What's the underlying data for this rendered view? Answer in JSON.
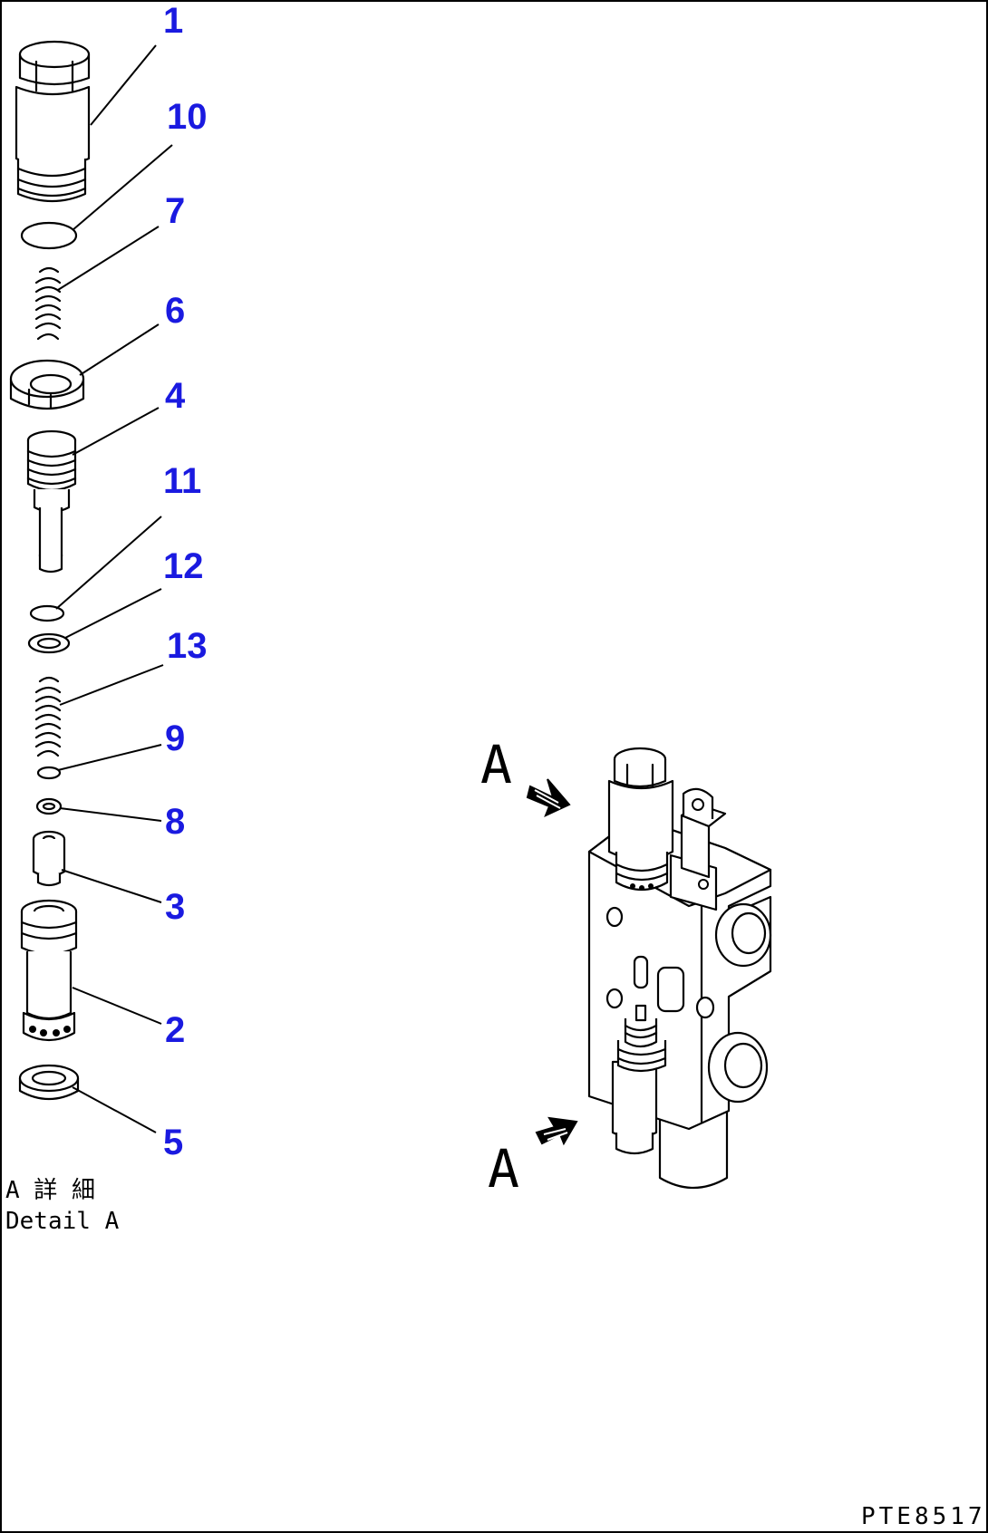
{
  "diagram": {
    "callouts": [
      {
        "id": "c1",
        "label": "1"
      },
      {
        "id": "c10",
        "label": "10"
      },
      {
        "id": "c7",
        "label": "7"
      },
      {
        "id": "c6",
        "label": "6"
      },
      {
        "id": "c4",
        "label": "4"
      },
      {
        "id": "c11",
        "label": "11"
      },
      {
        "id": "c12",
        "label": "12"
      },
      {
        "id": "c13",
        "label": "13"
      },
      {
        "id": "c9",
        "label": "9"
      },
      {
        "id": "c8",
        "label": "8"
      },
      {
        "id": "c3",
        "label": "3"
      },
      {
        "id": "c2",
        "label": "2"
      },
      {
        "id": "c5",
        "label": "5"
      }
    ],
    "detail_caption_jp": "A 詳 細",
    "detail_caption_en": "Detail A",
    "view_label_top": "A",
    "view_label_bottom": "A",
    "drawing_code": "PTE8517"
  }
}
